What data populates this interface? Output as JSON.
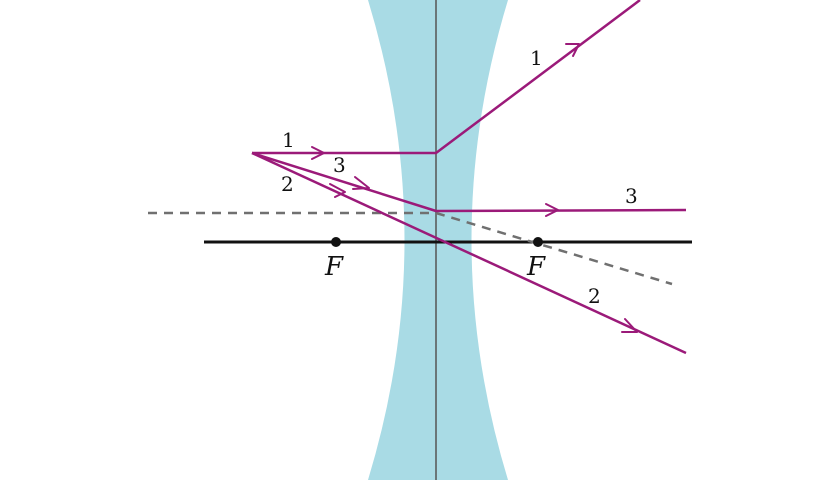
{
  "colors": {
    "background": "#ffffff",
    "lens_fill": "#a9dbe5",
    "ray": "#9b1a79",
    "axis": "#111111",
    "lens_center_line": "#555555",
    "dashed_line": "#707070",
    "label_text": "#111111"
  },
  "labels": {
    "focal_left": "F",
    "focal_right": "F",
    "ray1_incoming": "1",
    "ray1_outgoing": "1",
    "ray2_incoming": "2",
    "ray2_outgoing": "2",
    "ray3_incoming": "3",
    "ray3_outgoing": "3"
  }
}
